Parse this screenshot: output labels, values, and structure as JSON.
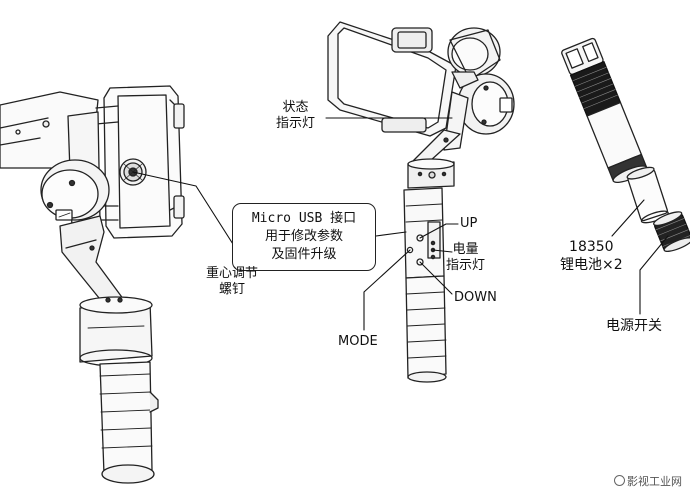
{
  "labels": {
    "status_light": [
      "状态",
      "指示灯"
    ],
    "usb_box": [
      "Micro USB 接口",
      "用于修改参数",
      "及固件升级"
    ],
    "counterweight_screw": [
      "重心调节",
      "螺钉"
    ],
    "up": "UP",
    "battery_light": [
      "电量",
      "指示灯"
    ],
    "down": "DOWN",
    "mode": "MODE",
    "battery_model": "18350",
    "battery_count": "锂电池×2",
    "power_switch": "电源开关"
  },
  "watermark": "影视工业网"
}
